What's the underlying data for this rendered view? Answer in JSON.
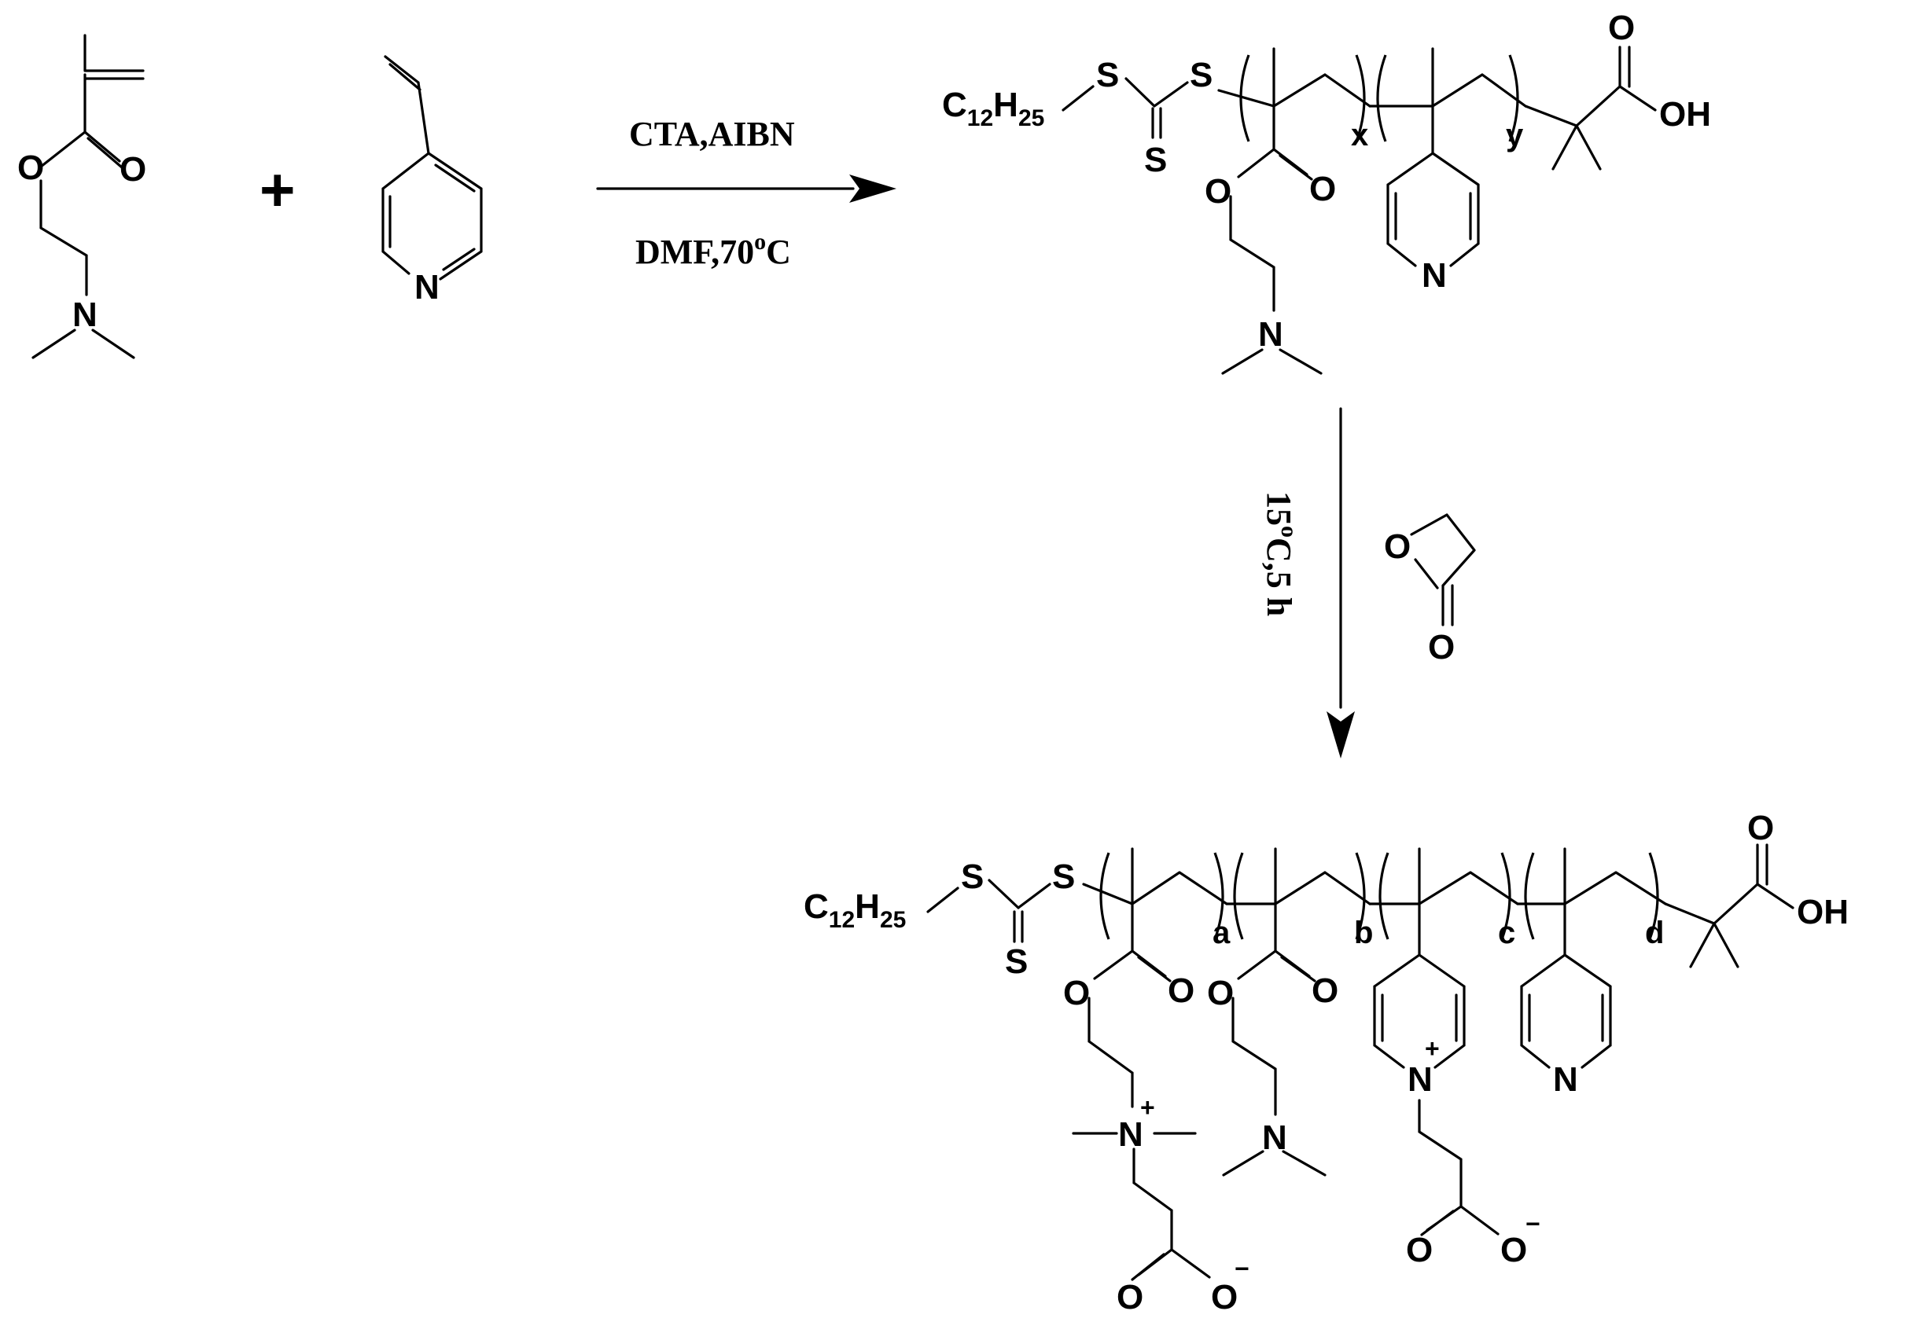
{
  "atoms": {
    "O": "O",
    "N": "N",
    "S": "S",
    "OH": "OH",
    "C": "C",
    "H": "H",
    "c12": "12",
    "h25": "25",
    "plus_charge": "+",
    "minus_charge": "−"
  },
  "plus_sign": "+",
  "step1": {
    "above": "CTA,AIBN",
    "below_main": "DMF,70",
    "below_sup": "o",
    "below_end": "C"
  },
  "step2": {
    "temp": "15",
    "sup": "o",
    "rest": "C,5 h"
  },
  "repeat_labels": {
    "x": "x",
    "y": "y",
    "a": "a",
    "b": "b",
    "c": "c",
    "d": "d"
  },
  "colors": {
    "ink": "#000000",
    "background": "#ffffff"
  }
}
